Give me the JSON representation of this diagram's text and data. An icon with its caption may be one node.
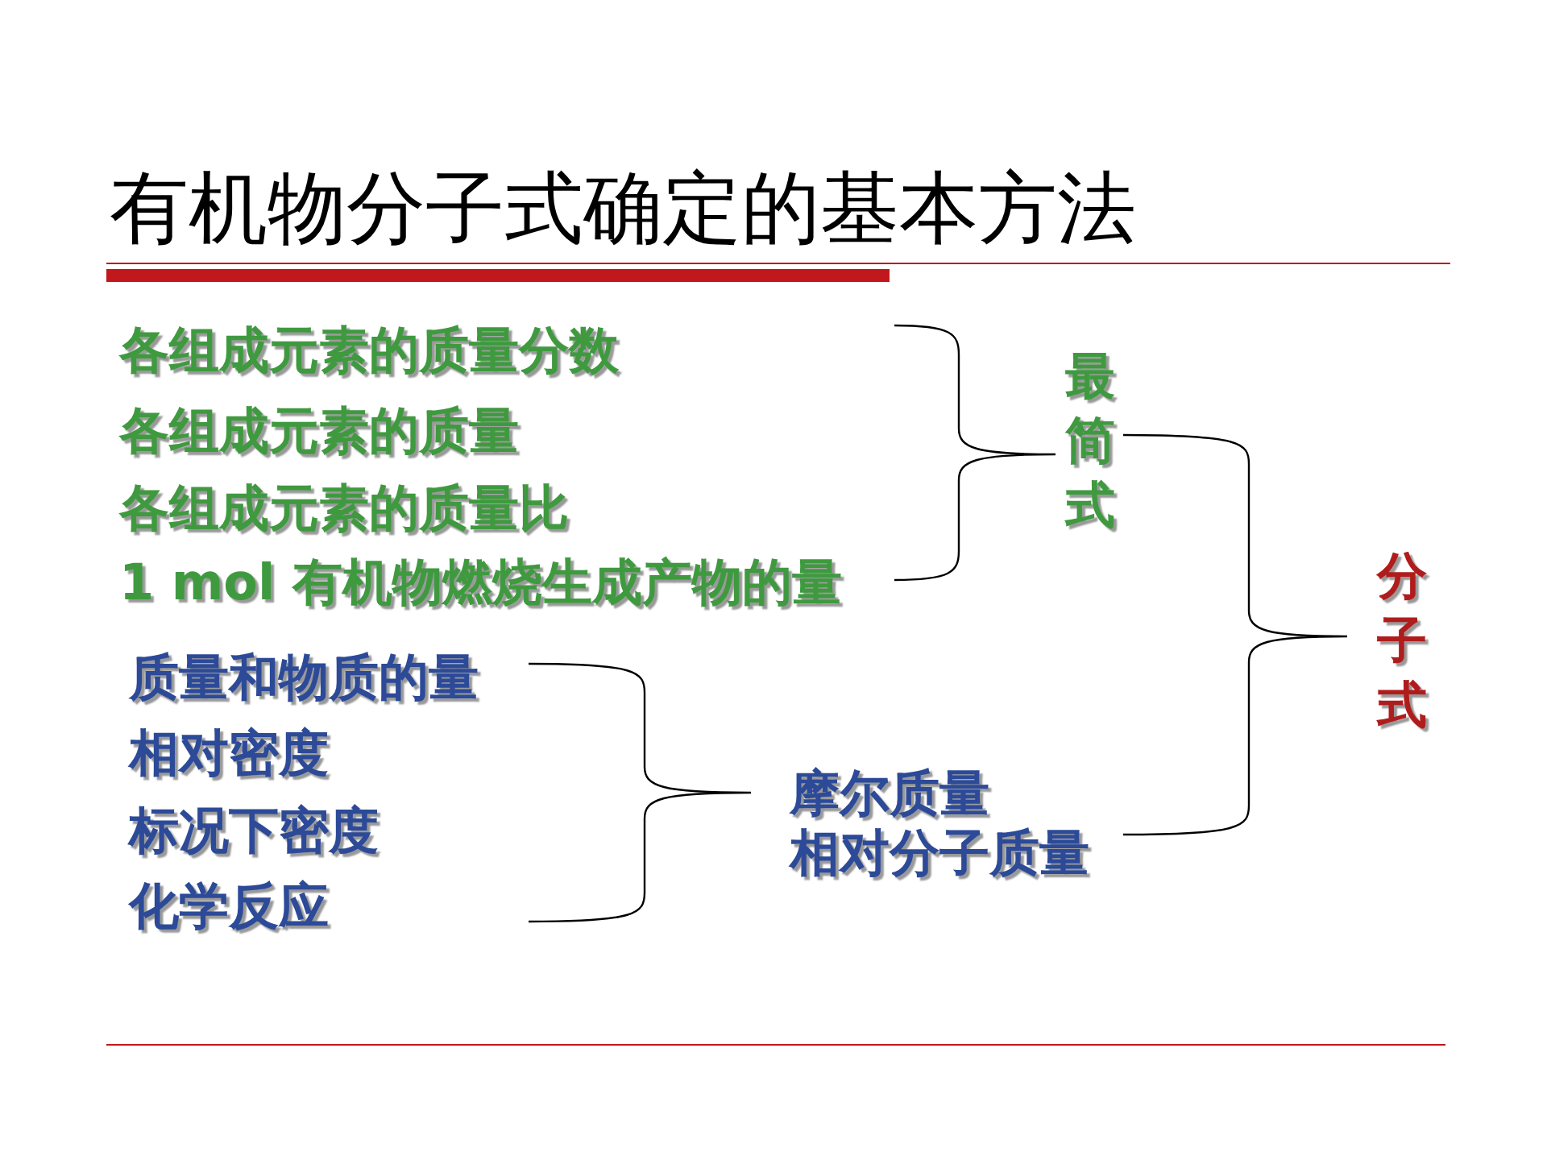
{
  "diagram": {
    "title": "有机物分子式确定的基本方法",
    "nodes": [
      {
        "text": [
          "各组成元素的质量分数"
        ]
      },
      {
        "text": [
          "各组成元素的质量"
        ]
      },
      {
        "text": [
          "各组成元素的质量比"
        ]
      },
      {
        "text": [
          "1 mol 有机物燃烧生成产物的量"
        ]
      },
      {
        "text": [
          "最简式"
        ]
      },
      {
        "text": [
          "质量和物质的量"
        ]
      },
      {
        "text": [
          "相对密度"
        ]
      },
      {
        "text": [
          "标况下密度"
        ]
      },
      {
        "text": [
          "化学反应"
        ]
      },
      {
        "text": [
          "摩尔质量",
          "相对分子质量"
        ]
      },
      {
        "text": [
          "分子式"
        ]
      }
    ]
  }
}
